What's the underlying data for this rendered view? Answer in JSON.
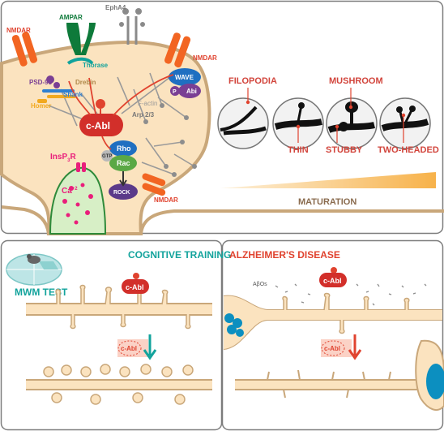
{
  "top": {
    "receptors": {
      "nmdar_left": "NMDAR",
      "nmdar_right": "NMDAR",
      "nmdar_bottom": "NMDAR",
      "ampar": "AMPAR",
      "epha4": "EphA4"
    },
    "proteins": {
      "thorase": "Thorase",
      "psd95": "PSD-95",
      "drebin": "Drebin",
      "shank": "Shank",
      "homer": "Homer",
      "f_actin": "F-actin",
      "arp23": "Arp 2/3",
      "wave": "WAVE",
      "abi": "Abi",
      "p_mark": "P",
      "cabl": "c-Abl",
      "gtp": "GTP",
      "rho": "Rho",
      "rac": "Rac",
      "rock": "ROCK",
      "insp3r_main": "InsP",
      "insp3r_sub": "3",
      "insp3r_tail": "R",
      "ca_main": "Ca",
      "ca_sup": "+2"
    },
    "spines": {
      "filopodia": "FILOPODIA",
      "mushroom": "MUSHROOM",
      "thin": "THIN",
      "stubby": "STUBBY",
      "two_headed": "TWO-HEADED"
    },
    "maturation": "MATURATION"
  },
  "bottom_left": {
    "title": "COGNITIVE TRAINING",
    "test": "MWM TEST",
    "cabl": "c-Abl",
    "cabl_faded": "c-Abl"
  },
  "bottom_right": {
    "title": "ALZHEIMER'S DISEASE",
    "abetas": "AβOs",
    "cabl": "c-Abl",
    "cabl_faded": "c-Abl"
  },
  "colors": {
    "tan": "#fbe3bf",
    "outline": "#c9a77a",
    "red": "#e0432f",
    "teal": "#12a39c",
    "green_receptor": "#0e7a3a",
    "orange_nmdar": "#f26522",
    "blue_wave": "#1f6fc1",
    "purple": "#7a3f94",
    "pink": "#e91e7b",
    "cyan_blob": "#0c8fc0",
    "gray_text": "#8a8178"
  }
}
